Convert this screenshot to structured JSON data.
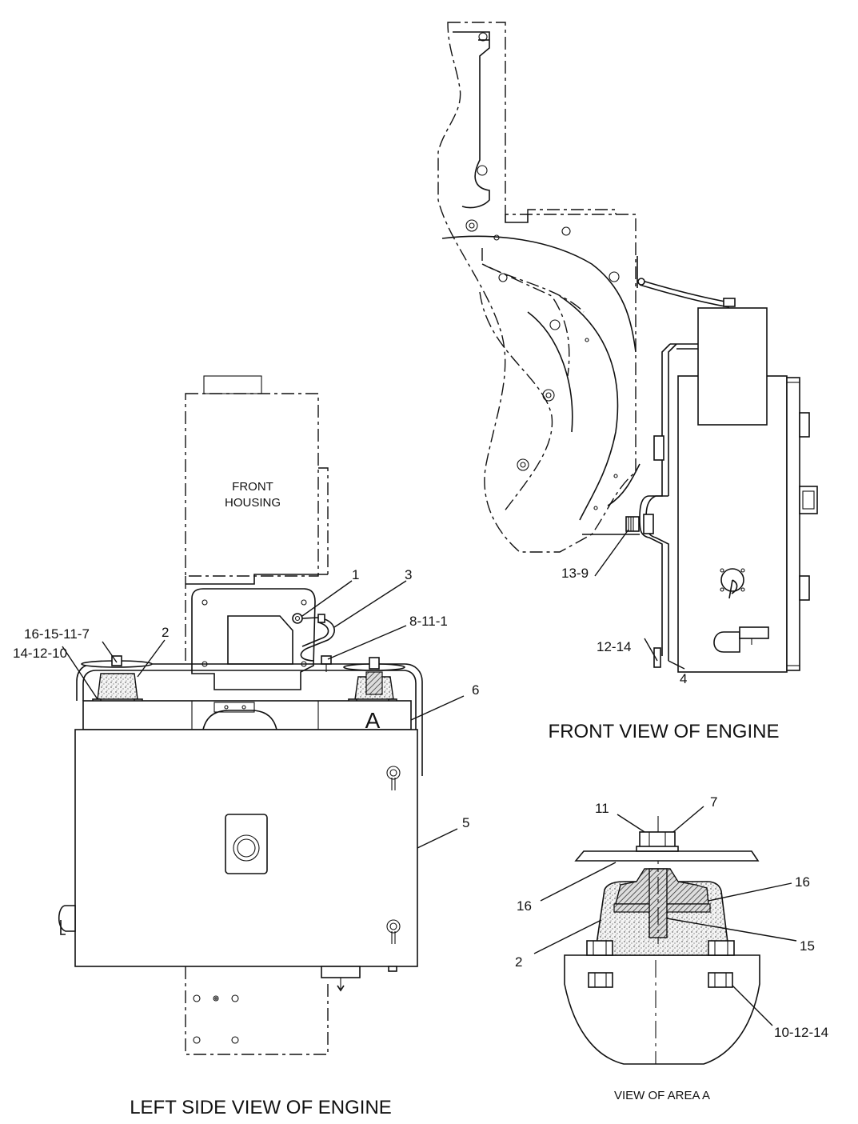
{
  "views": {
    "left_side": "LEFT SIDE VIEW OF ENGINE",
    "front": "FRONT VIEW OF ENGINE",
    "area_a": "VIEW OF AREA A"
  },
  "labels": {
    "front_housing_line1": "FRONT",
    "front_housing_line2": "HOUSING",
    "area_marker": "A"
  },
  "callouts": {
    "c_16_15_11_7": "16-15-11-7",
    "c_14_12_10": "14-12-10",
    "c_2_left": "2",
    "c_1": "1",
    "c_3": "3",
    "c_8_11_1": "8-11-1",
    "c_6": "6",
    "c_5": "5",
    "c_13_9": "13-9",
    "c_12_14": "12-14",
    "c_4": "4",
    "c_11": "11",
    "c_7": "7",
    "c_16_left": "16",
    "c_16_right": "16",
    "c_15": "15",
    "c_2_detail": "2",
    "c_10_12_14": "10-12-14"
  }
}
